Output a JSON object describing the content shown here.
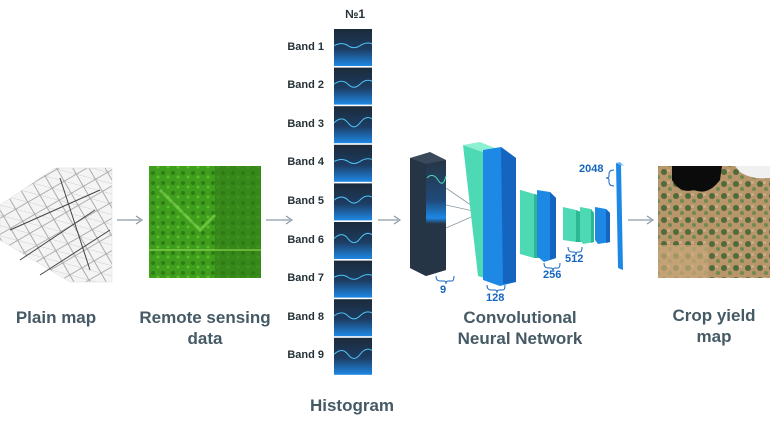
{
  "labels": {
    "plain_map": "Plain map",
    "remote_sensing": "Remote sensing data",
    "histogram": "Histogram",
    "cnn": "Convolutional Neural Network",
    "crop_yield": "Crop yield map"
  },
  "histogram": {
    "column_title": "№1",
    "bands": [
      "Band 1",
      "Band 2",
      "Band 3",
      "Band 4",
      "Band 5",
      "Band 6",
      "Band 7",
      "Band 8",
      "Band 9"
    ]
  },
  "cnn_sizes": [
    "9",
    "128",
    "256",
    "512",
    "2048"
  ],
  "colors": {
    "teal": "#4dd9b4",
    "blue": "#1e88e5",
    "dark": "#263545",
    "arrow": "#8a9aa5"
  }
}
